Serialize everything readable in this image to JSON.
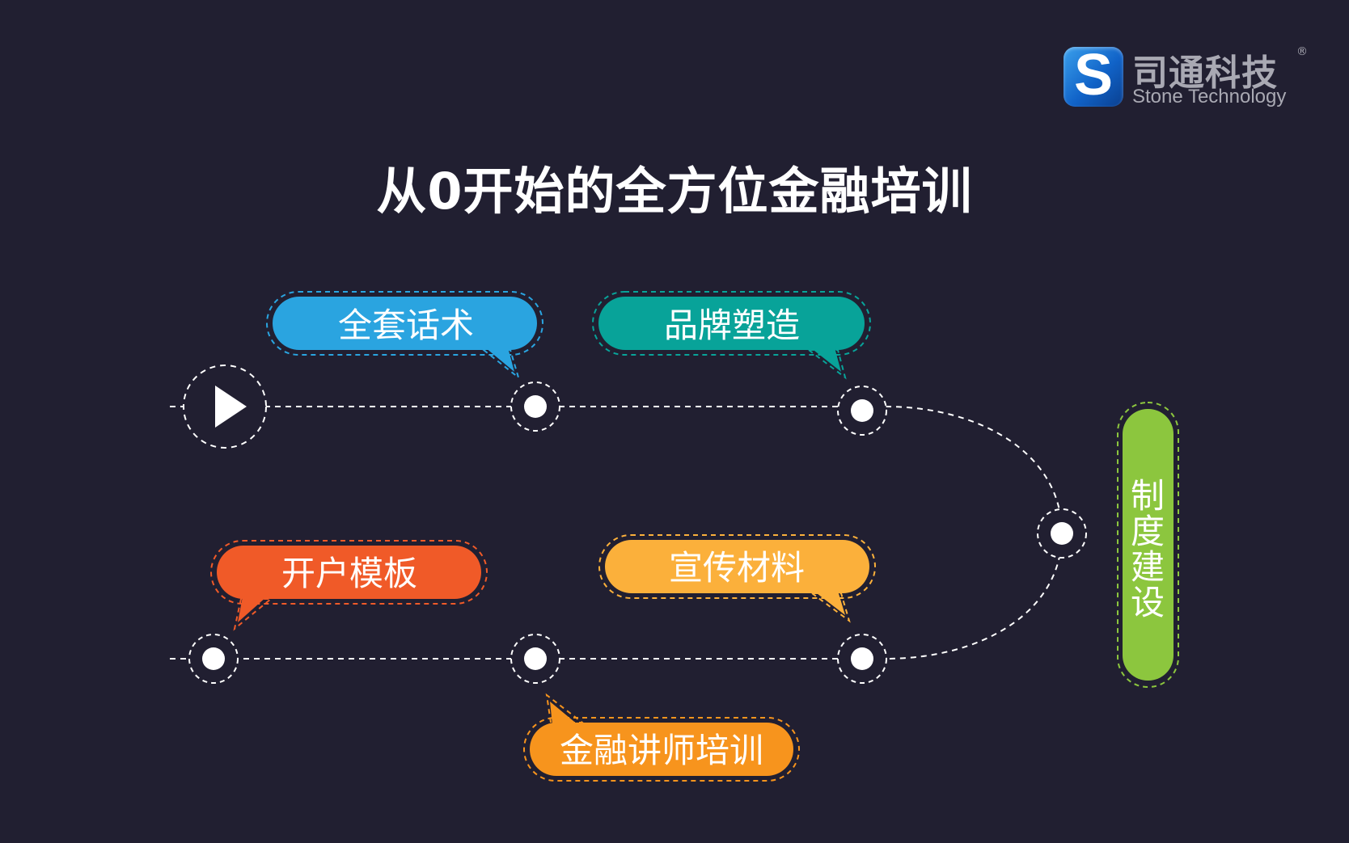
{
  "logo": {
    "mark_letter": "S",
    "name_cn": "司通科技",
    "registered": "®",
    "name_en": "Stone Technology"
  },
  "title": "从0开始的全方位金融培训",
  "colors": {
    "background": "#211f31",
    "blue": "#2aa4e0",
    "teal": "#08a399",
    "green": "#8cc63e",
    "red_orange": "#f05a28",
    "amber": "#fbb03b",
    "orange": "#f7941d"
  },
  "icons": {
    "start": "play-icon"
  },
  "bubbles": {
    "full_scripts": "全套话术",
    "brand_building": "品牌塑造",
    "system_building": "制度建设",
    "account_template": "开户模板",
    "promo_materials": "宣传材料",
    "lecturer_training": "金融讲师培训"
  },
  "vertical_chars": [
    "制",
    "度",
    "建",
    "设"
  ]
}
